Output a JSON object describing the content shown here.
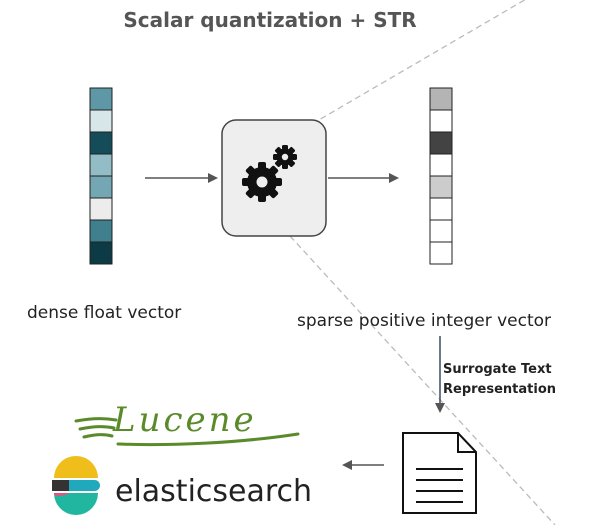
{
  "title": "Scalar quantization + STR",
  "dense_label": "dense float vector",
  "sparse_label": "sparse positive integer vector",
  "str_label_line1": "Surrogate Text",
  "str_label_line2": "Representation",
  "lucene_text": "Lucene",
  "elastic_text": "elasticsearch",
  "dense_vector_colors": [
    "#5e97a6",
    "#d7e6e9",
    "#144c5a",
    "#92bcc6",
    "#74a7b4",
    "#ececec",
    "#3f7f8e",
    "#0c3b46"
  ],
  "sparse_vector_colors": [
    "#b4b4b4",
    "#ffffff",
    "#434343",
    "#ffffff",
    "#cccccc",
    "#ffffff",
    "#ffffff",
    "#ffffff"
  ],
  "icons": [
    "gears-icon",
    "document-icon",
    "lucene-logo",
    "elasticsearch-logo"
  ]
}
